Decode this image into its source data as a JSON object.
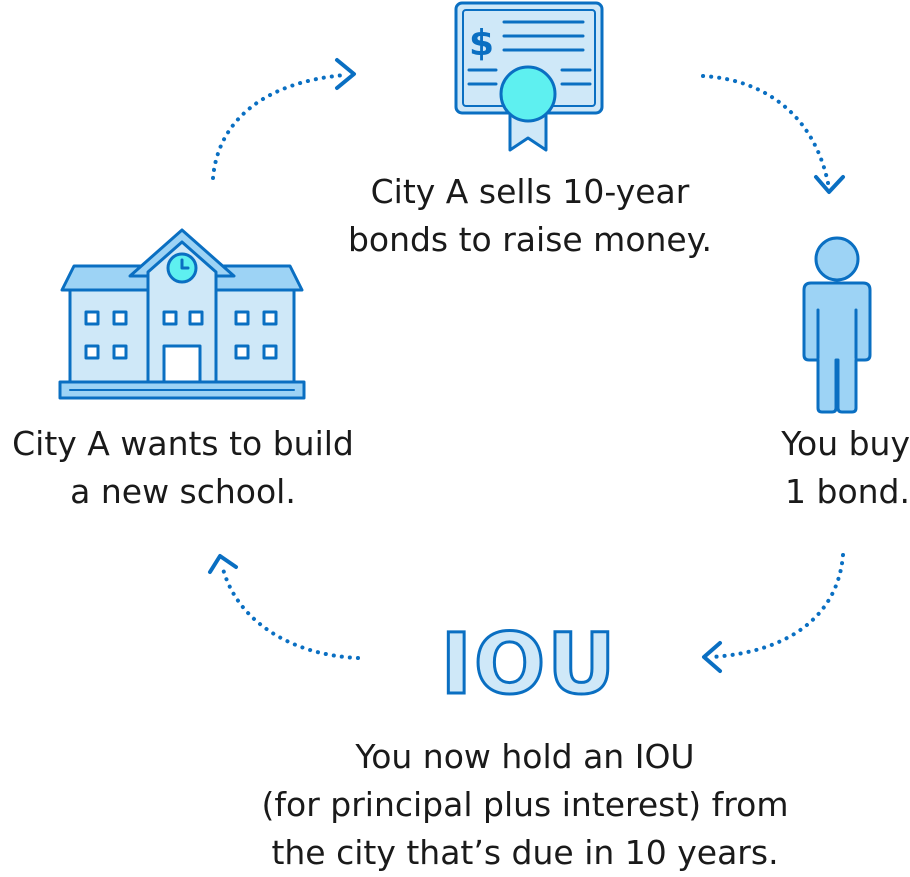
{
  "diagram": {
    "colors": {
      "stroke": "#0a6fc2",
      "fill_light": "#cfe8f8",
      "fill_mid": "#9dd3f5",
      "seal": "#5ef0f0",
      "text": "#1a1a1a"
    },
    "nodes": {
      "bonds": {
        "icon": "bond-certificate-icon",
        "symbol": "$",
        "caption_lines": [
          "City A sells 10-year",
          "bonds to raise money."
        ]
      },
      "you": {
        "icon": "person-icon",
        "caption_lines": [
          "You buy",
          "1 bond."
        ]
      },
      "iou": {
        "icon_text": "IOU",
        "caption_lines": [
          "You now hold an IOU",
          "(for principal plus interest) from",
          "the city that’s due in 10 years."
        ]
      },
      "school": {
        "icon": "school-building-icon",
        "caption_lines": [
          "City A wants to build",
          "a new school."
        ]
      }
    },
    "arrows": [
      {
        "from": "school",
        "to": "bonds"
      },
      {
        "from": "bonds",
        "to": "you"
      },
      {
        "from": "you",
        "to": "iou"
      },
      {
        "from": "iou",
        "to": "school"
      }
    ]
  }
}
